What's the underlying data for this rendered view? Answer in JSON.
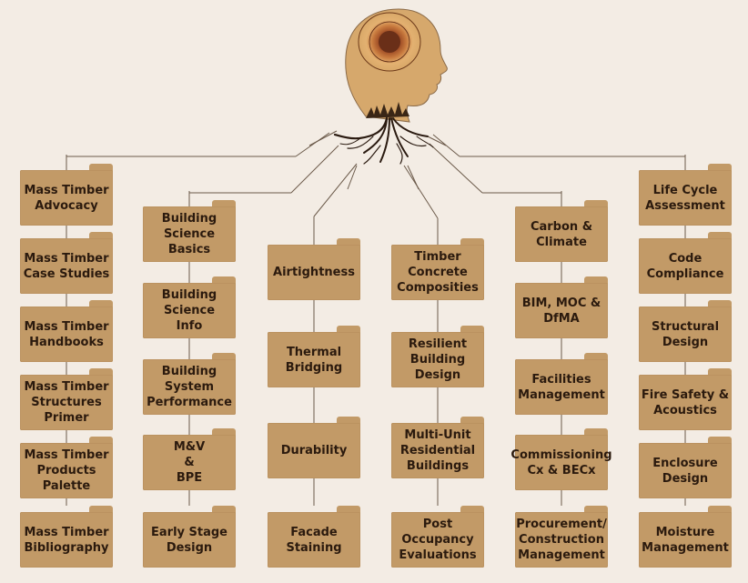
{
  "columns": [
    {
      "items": [
        "Mass Timber\nAdvocacy",
        "Mass Timber\nCase Studies",
        "Mass Timber\nHandbooks",
        "Mass Timber\nStructures\nPrimer",
        "Mass Timber\nProducts\nPalette",
        "Mass Timber\nBibliography"
      ]
    },
    {
      "items": [
        "Building\nScience\nBasics",
        "Building\nScience\nInfo",
        "Building\nSystem\nPerformance",
        "M&V\n&\nBPE",
        "Early Stage\nDesign"
      ]
    },
    {
      "items": [
        "Airtightness",
        "Thermal\nBridging",
        "Durability",
        "Facade\nStaining"
      ]
    },
    {
      "items": [
        "Timber\nConcrete\nComposities",
        "Resilient\nBuilding\nDesign",
        "Multi-Unit\nResidential\nBuildings",
        "Post Occupancy\nEvaluations"
      ]
    },
    {
      "items": [
        "Carbon &\nClimate",
        "BIM, MOC &\nDfMA",
        "Facilities\nManagement",
        "Commissioning\nCx & BECx",
        "Procurement/\nConstruction\nManagement"
      ]
    },
    {
      "items": [
        "Life Cycle\nAssessment",
        "Code\nCompliance",
        "Structural\nDesign",
        "Fire Safety &\nAcoustics",
        "Enclosure\nDesign",
        "Moisture\nManagement"
      ]
    }
  ],
  "colors": {
    "folder": "#c29a67",
    "line": "#6b5a4a",
    "background": "#f3ece4",
    "text": "#2b1a0e"
  },
  "icons": [
    "tree-ring-head-icon",
    "roots-icon"
  ]
}
